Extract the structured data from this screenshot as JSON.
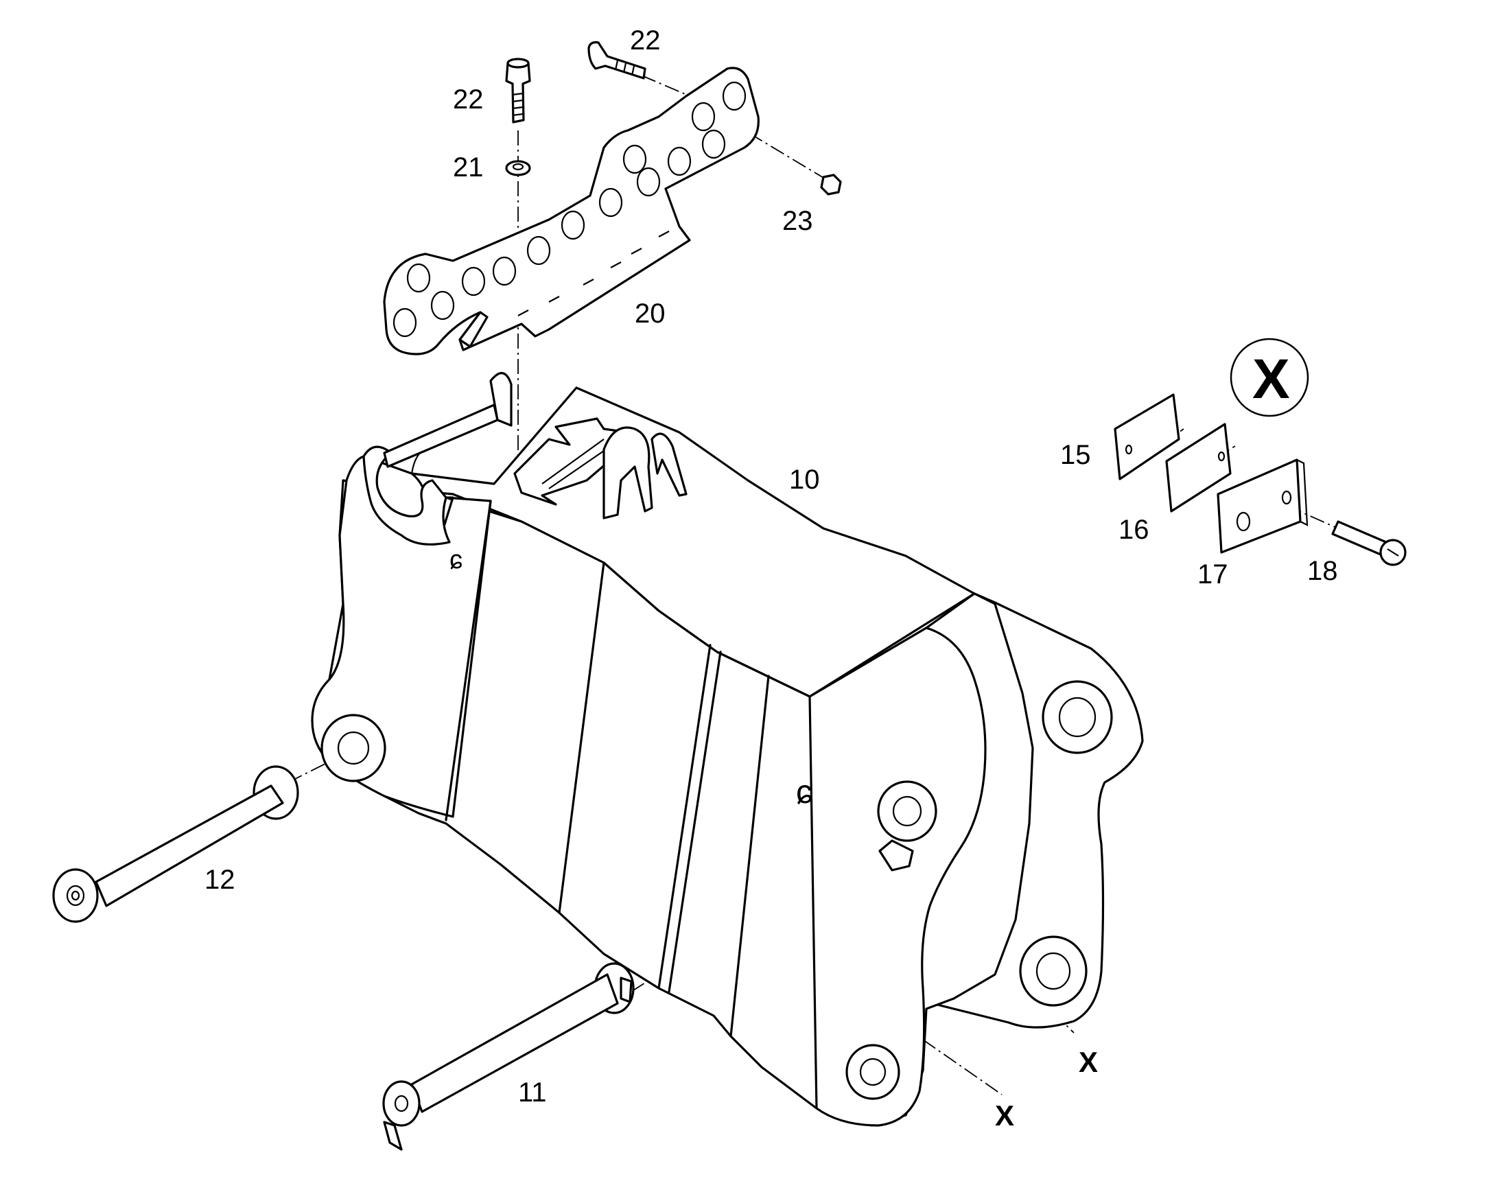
{
  "diagram": {
    "callouts": [
      {
        "id": "c22a",
        "text": "22"
      },
      {
        "id": "c22b",
        "text": "22"
      },
      {
        "id": "c21",
        "text": "21"
      },
      {
        "id": "c23",
        "text": "23"
      },
      {
        "id": "c20",
        "text": "20"
      },
      {
        "id": "c10",
        "text": "10"
      },
      {
        "id": "c15",
        "text": "15"
      },
      {
        "id": "c16",
        "text": "16"
      },
      {
        "id": "c17",
        "text": "17"
      },
      {
        "id": "c18",
        "text": "18"
      },
      {
        "id": "c12",
        "text": "12"
      },
      {
        "id": "c11",
        "text": "11"
      }
    ],
    "detail_marker": "X",
    "section_marks": [
      "X",
      "X"
    ]
  }
}
